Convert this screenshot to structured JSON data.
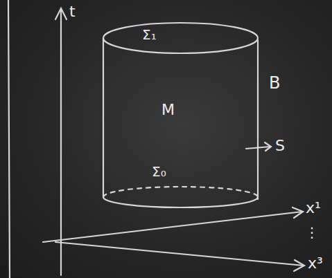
{
  "diagram": {
    "nodes": [
      {
        "text": [
          "Σ₁",
          "M",
          "Σ₀"
        ]
      }
    ],
    "labels": [
      "t",
      "B",
      "S",
      "x¹",
      "⋮",
      "x³"
    ]
  }
}
